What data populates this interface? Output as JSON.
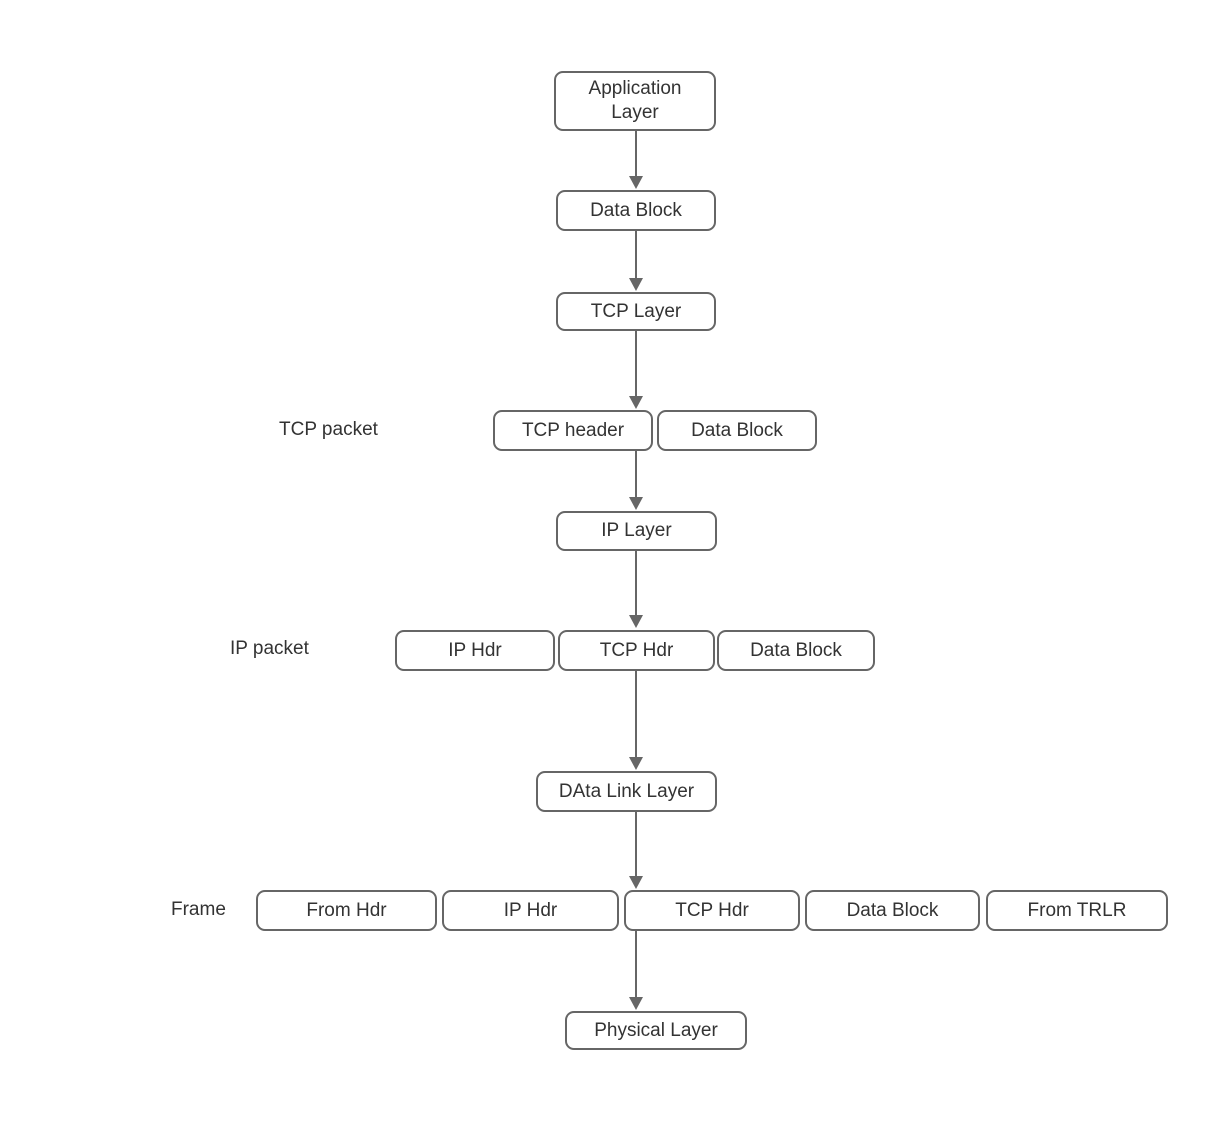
{
  "diagram": {
    "column_nodes": {
      "application_layer": "Application Layer",
      "data_block": "Data Block",
      "tcp_layer": "TCP Layer",
      "ip_layer": "IP Layer",
      "data_link_layer": "DAta Link Layer",
      "physical_layer": "Physical Layer"
    },
    "tcp_packet_row": {
      "label": "TCP packet",
      "cells": [
        "TCP header",
        "Data Block"
      ]
    },
    "ip_packet_row": {
      "label": "IP packet",
      "cells": [
        "IP Hdr",
        "TCP Hdr",
        "Data Block"
      ]
    },
    "frame_row": {
      "label": "Frame",
      "cells": [
        "From Hdr",
        "IP Hdr",
        "TCP Hdr",
        "Data Block",
        "From TRLR"
      ]
    },
    "colors": {
      "node_border": "#666666",
      "node_fill": "#ffffff",
      "text": "#333333",
      "arrow": "#666666",
      "background": "#ffffff"
    }
  }
}
